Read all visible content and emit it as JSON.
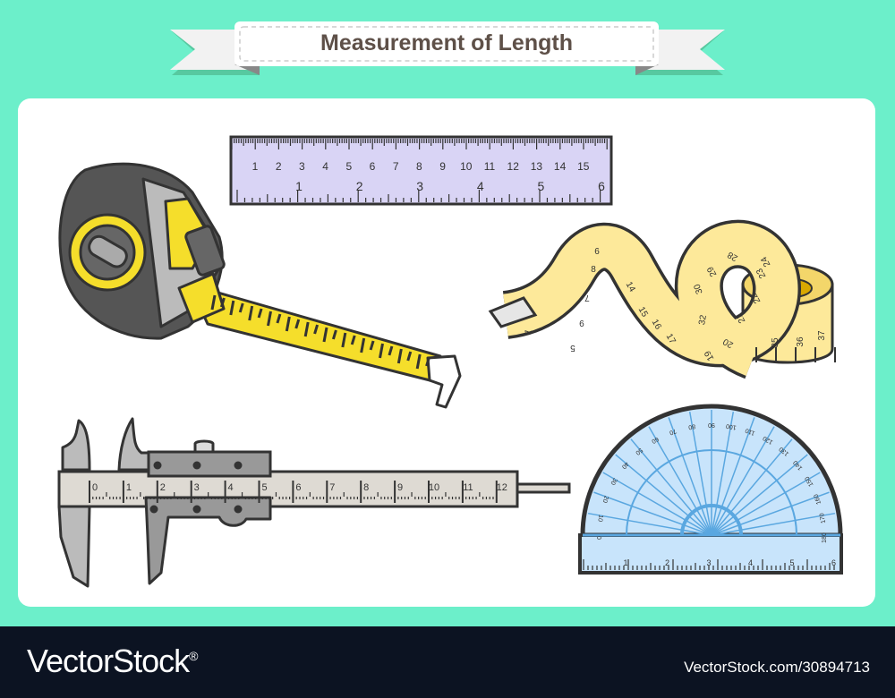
{
  "title": "Measurement of Length",
  "colors": {
    "background": "#6cefca",
    "panel": "#ffffff",
    "outline": "#333333",
    "ruler_fill": "#d9d4f5",
    "tape_yellow": "#f5de2b",
    "soft_tape": "#fde99a",
    "caliper_beam": "#dedad3",
    "caliper_slider": "#9a9a9a",
    "protractor_fill": "#c8e4fb",
    "protractor_lines": "#5aa7e0",
    "footer": "#0c1322"
  },
  "ruler": {
    "cm_labels": [
      "1",
      "2",
      "3",
      "4",
      "5",
      "6",
      "7",
      "8",
      "9",
      "10",
      "11",
      "12",
      "13",
      "14",
      "15"
    ],
    "inch_labels": [
      "1",
      "2",
      "3",
      "4",
      "5",
      "6"
    ]
  },
  "caliper": {
    "labels": [
      "0",
      "1",
      "2",
      "3",
      "4",
      "5",
      "6",
      "7",
      "8",
      "9",
      "10",
      "11",
      "12"
    ]
  },
  "protractor": {
    "angle_labels": [
      "0",
      "10",
      "20",
      "30",
      "40",
      "50",
      "60",
      "70",
      "80",
      "90",
      "100",
      "110",
      "120",
      "130",
      "140",
      "150",
      "160",
      "170",
      "180"
    ],
    "ruler_labels": [
      "1",
      "2",
      "3",
      "4",
      "5",
      "6"
    ]
  },
  "soft_tape": {
    "labels": [
      "1",
      "5",
      "9",
      "7",
      "8",
      "6",
      "14",
      "15",
      "16",
      "17",
      "19",
      "20",
      "21",
      "22",
      "23",
      "24",
      "28",
      "29",
      "30",
      "32",
      "35",
      "36",
      "37"
    ]
  },
  "watermark": {
    "brand": "VectorStock",
    "registered": "®",
    "reference": "VectorStock.com/30894713"
  }
}
